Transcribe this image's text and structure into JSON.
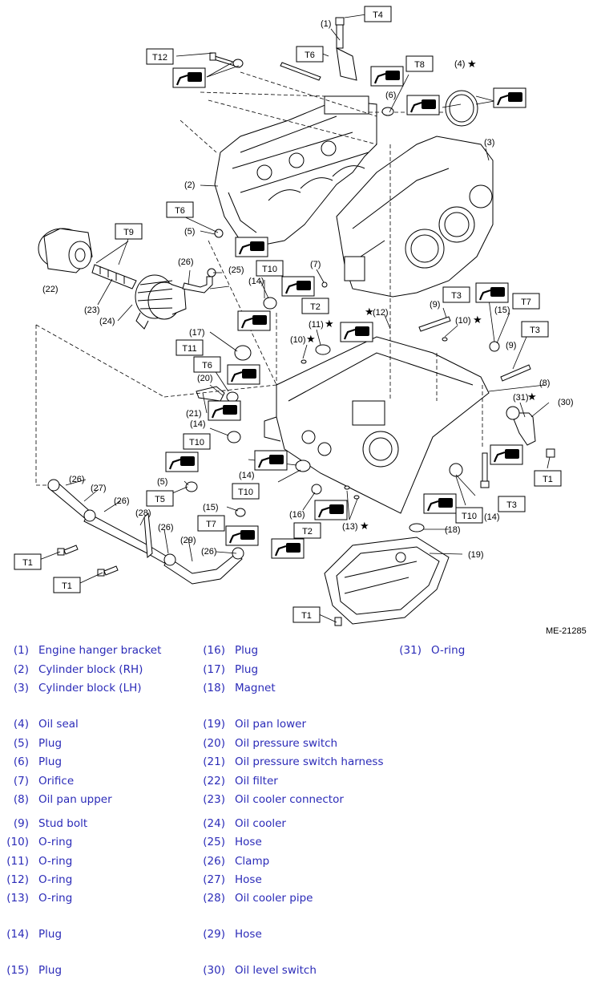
{
  "figure_id": "ME-21285",
  "torque_labels": [
    "T1",
    "T2",
    "T3",
    "T4",
    "T5",
    "T6",
    "T7",
    "T8",
    "T9",
    "T10",
    "T11",
    "T12"
  ],
  "callouts": [
    "(1)",
    "(2)",
    "(3)",
    "(4)",
    "(5)",
    "(6)",
    "(7)",
    "(8)",
    "(9)",
    "(10)",
    "(11)",
    "(12)",
    "(13)",
    "(14)",
    "(15)",
    "(16)",
    "(17)",
    "(18)",
    "(19)",
    "(20)",
    "(21)",
    "(22)",
    "(23)",
    "(24)",
    "(25)",
    "(26)",
    "(27)",
    "(28)",
    "(29)",
    "(30)",
    "(31)"
  ],
  "legend": {
    "col1": [
      {
        "num": "(1)",
        "name": "Engine hanger bracket"
      },
      {
        "num": "(2)",
        "name": "Cylinder block (RH)"
      },
      {
        "num": "(3)",
        "name": "Cylinder block (LH)"
      },
      {
        "num": "(4)",
        "name": "Oil seal"
      },
      {
        "num": "(5)",
        "name": "Plug"
      },
      {
        "num": "(6)",
        "name": "Plug"
      },
      {
        "num": "(7)",
        "name": "Orifice"
      },
      {
        "num": "(8)",
        "name": "Oil pan upper"
      },
      {
        "num": "(9)",
        "name": "Stud bolt"
      },
      {
        "num": "(10)",
        "name": "O-ring"
      },
      {
        "num": "(11)",
        "name": "O-ring"
      },
      {
        "num": "(12)",
        "name": "O-ring"
      },
      {
        "num": "(13)",
        "name": "O-ring"
      },
      {
        "num": "(14)",
        "name": "Plug"
      },
      {
        "num": "(15)",
        "name": "Plug"
      }
    ],
    "col2": [
      {
        "num": "(16)",
        "name": "Plug"
      },
      {
        "num": "(17)",
        "name": "Plug"
      },
      {
        "num": "(18)",
        "name": "Magnet"
      },
      {
        "num": "(19)",
        "name": "Oil pan lower"
      },
      {
        "num": "(20)",
        "name": "Oil pressure switch"
      },
      {
        "num": "(21)",
        "name": "Oil pressure switch harness"
      },
      {
        "num": "(22)",
        "name": "Oil filter"
      },
      {
        "num": "(23)",
        "name": "Oil cooler connector"
      },
      {
        "num": "(24)",
        "name": "Oil cooler"
      },
      {
        "num": "(25)",
        "name": "Hose"
      },
      {
        "num": "(26)",
        "name": "Clamp"
      },
      {
        "num": "(27)",
        "name": "Hose"
      },
      {
        "num": "(28)",
        "name": "Oil cooler pipe"
      },
      {
        "num": "(29)",
        "name": "Hose"
      },
      {
        "num": "(30)",
        "name": "Oil level switch"
      }
    ],
    "col3": [
      {
        "num": "(31)",
        "name": "O-ring"
      }
    ]
  },
  "colors": {
    "legend_text": "#2b2bb8",
    "line": "#000000",
    "background": "#ffffff"
  }
}
